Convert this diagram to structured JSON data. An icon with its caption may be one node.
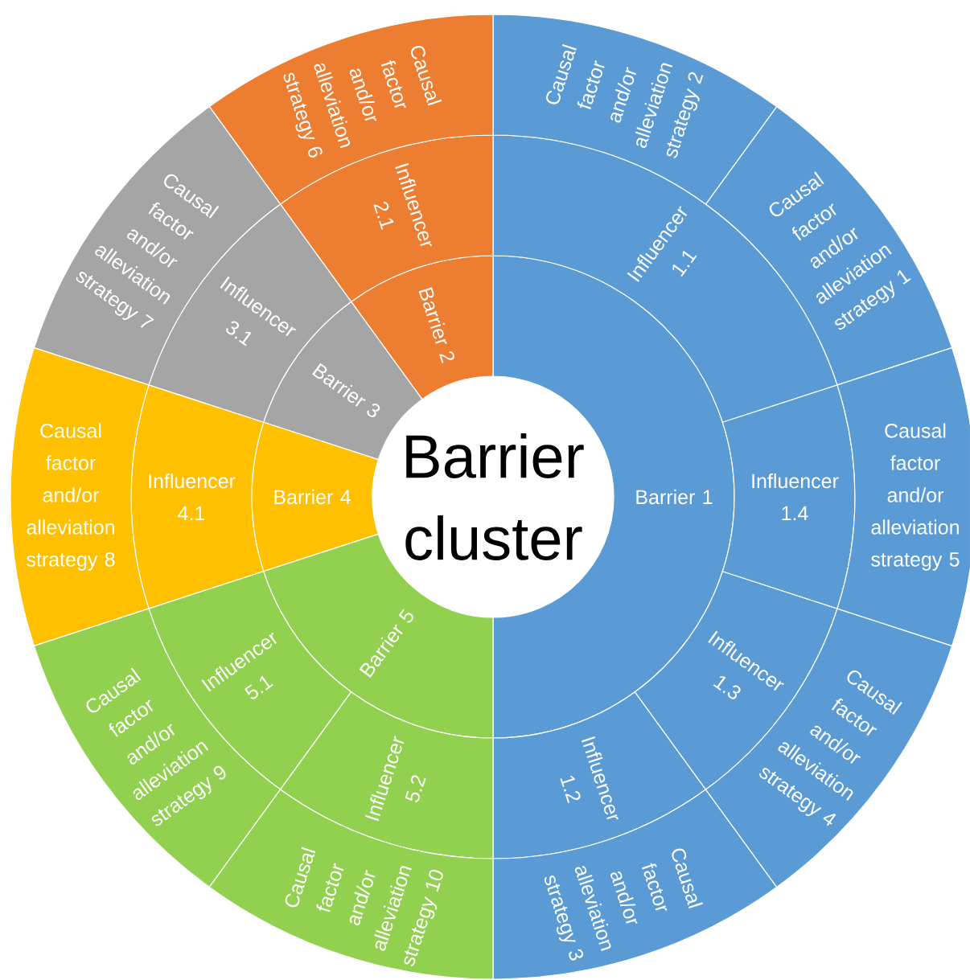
{
  "diagram": {
    "nodes": [
      {
        "text": [
          "Barrier cluster"
        ]
      },
      {
        "text": [
          "Barrier 1"
        ]
      },
      {
        "text": [
          "Barrier 2"
        ]
      },
      {
        "text": [
          "Barrier 3"
        ]
      },
      {
        "text": [
          "Barrier 4"
        ]
      },
      {
        "text": [
          "Barrier 5"
        ]
      },
      {
        "text": [
          "Influencer 1.1"
        ]
      },
      {
        "text": [
          "Influencer 1.2"
        ]
      },
      {
        "text": [
          "Influencer 1.3"
        ]
      },
      {
        "text": [
          "Influencer 1.4"
        ]
      },
      {
        "text": [
          "Influencer 2.1"
        ]
      },
      {
        "text": [
          "Influencer 3.1"
        ]
      },
      {
        "text": [
          "Influencer 4.1"
        ]
      },
      {
        "text": [
          "Influencer 5.1"
        ]
      },
      {
        "text": [
          "Influencer 5.2"
        ]
      },
      {
        "text": [
          "Causal factor and/or alleviation strategy 1"
        ]
      },
      {
        "text": [
          "Causal factor and/or alleviation strategy 2"
        ]
      },
      {
        "text": [
          "Causal factor and/or alleviation strategy 3"
        ]
      },
      {
        "text": [
          "Causal factor and/or alleviation strategy 4"
        ]
      },
      {
        "text": [
          "Causal factor and/or alleviation strategy 5"
        ]
      },
      {
        "text": [
          "Causal factor and/or alleviation strategy 6"
        ]
      },
      {
        "text": [
          "Causal factor and/or alleviation strategy 7"
        ]
      },
      {
        "text": [
          "Causal factor and/or alleviation strategy 8"
        ]
      },
      {
        "text": [
          "Causal factor and/or alleviation strategy 9"
        ]
      },
      {
        "text": [
          "Causal factor and/or alleviation strategy 10"
        ]
      }
    ]
  }
}
